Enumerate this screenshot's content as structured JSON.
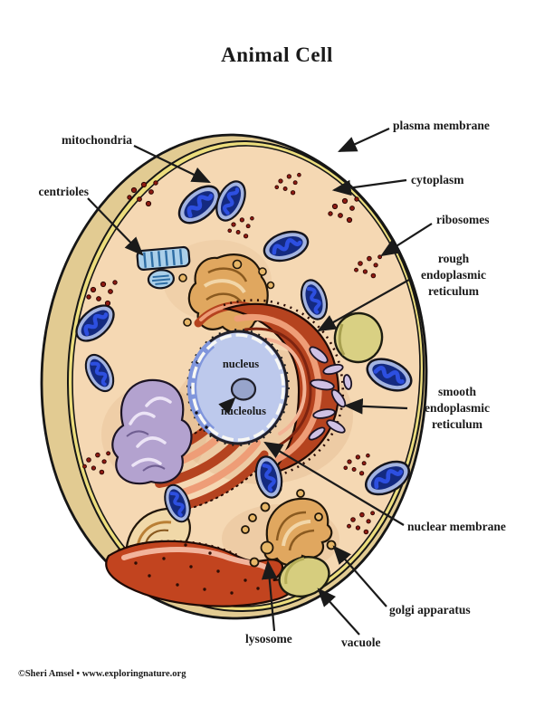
{
  "title": "Animal Cell",
  "credit": "©Sheri Amsel • www.exploringnature.org",
  "labels": {
    "mitochondria": "mitochondria",
    "centrioles": "centrioles",
    "plasma_membrane": "plasma membrane",
    "cytoplasm": "cytoplasm",
    "ribosomes": "ribosomes",
    "rough_endoplasmic_reticulum": "rough endoplasmic reticulum",
    "smooth_endoplasmic_reticulum": "smooth endoplasmic reticulum",
    "nucleus": "nucleus",
    "nucleolus": "nucleolus",
    "nuclear_membrane": "nuclear membrane",
    "golgi_apparatus": "golgi apparatus",
    "vacuole": "vacuole",
    "lysosome": "lysosome"
  },
  "colors": {
    "cell_interior": "#f5d8b3",
    "membrane_band": "#e2cb92",
    "membrane_inner_line": "#ecdd7d",
    "mitochondrion_outer": "#a3b3e0",
    "mitochondrion_matrix": "#142a80",
    "mitochondrion_cristae": "#2d4fe0",
    "nucleus_fill": "#bdc9ec",
    "nucleolus_fill": "#97a4cb",
    "rough_er_dark": "#b5431f",
    "rough_er_light": "#ee9d77",
    "smooth_er_blob": "#b3a2cf",
    "smooth_er_tubes": "#cfc1e4",
    "golgi": "#e0a75f",
    "vacuole": "#d6cd7e",
    "centriole": "#aacfe9",
    "ribosome": "#8e1a12",
    "outline": "#1a1a1a"
  }
}
